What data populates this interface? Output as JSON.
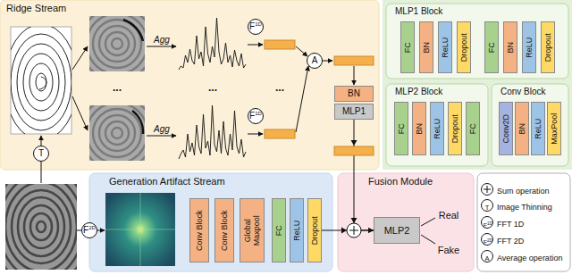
{
  "diagram": {
    "nodes": [
      {
        "text": [
          "Ridge Stream"
        ]
      },
      {
        "text": [
          "F",
          "1D"
        ],
        "in": 0
      },
      {
        "text": [
          "F",
          "1D"
        ],
        "in": 0
      },
      {
        "text": [
          "A"
        ],
        "in": 0
      },
      {
        "text": [
          "BN"
        ],
        "in": 0
      },
      {
        "text": [
          "MLP1"
        ],
        "in": 0
      },
      {
        "text": [
          "T"
        ],
        "in": 0
      },
      {
        "text": [
          "Generation Artifact Stream"
        ]
      },
      {
        "text": [
          "F",
          "2D"
        ]
      },
      {
        "text": [
          "Conv Block"
        ],
        "in": 7
      },
      {
        "text": [
          "Conv Block"
        ],
        "in": 7
      },
      {
        "text": [
          "Global Maxpool"
        ],
        "in": 7
      },
      {
        "text": [
          "FC"
        ],
        "in": 7
      },
      {
        "text": [
          "ReLU"
        ],
        "in": 7
      },
      {
        "text": [
          "Dropout"
        ],
        "in": 7
      },
      {
        "text": [
          "Fusion Module"
        ]
      },
      {
        "text": [
          "MLP2"
        ],
        "in": 15
      },
      {
        "text": [
          "MLP1 Block"
        ]
      },
      {
        "text": [
          "FC"
        ],
        "in": 17
      },
      {
        "text": [
          "BN"
        ],
        "in": 17
      },
      {
        "text": [
          "ReLU"
        ],
        "in": 17
      },
      {
        "text": [
          "Dropout"
        ],
        "in": 17
      },
      {
        "text": [
          "FC"
        ],
        "in": 17
      },
      {
        "text": [
          "BN"
        ],
        "in": 17
      },
      {
        "text": [
          "ReLU"
        ],
        "in": 17
      },
      {
        "text": [
          "Dropout"
        ],
        "in": 17
      },
      {
        "text": [
          "MLP2 Block"
        ]
      },
      {
        "text": [
          "FC"
        ],
        "in": 26
      },
      {
        "text": [
          "BN"
        ],
        "in": 26
      },
      {
        "text": [
          "ReLU"
        ],
        "in": 26
      },
      {
        "text": [
          "Dropout"
        ],
        "in": 26
      },
      {
        "text": [
          "FC"
        ],
        "in": 26
      },
      {
        "text": [
          "Conv Block"
        ]
      },
      {
        "text": [
          "Conv2D"
        ],
        "in": 32
      },
      {
        "text": [
          "BN"
        ],
        "in": 32
      },
      {
        "text": [
          "ReLU"
        ],
        "in": 32
      },
      {
        "text": [
          "MaxPool"
        ],
        "in": 32
      }
    ],
    "edges": [
      {
        "from": 5,
        "to": 16,
        "arrow": "to"
      },
      {
        "from": 14,
        "to": 16,
        "arrow": "to"
      }
    ],
    "labels": [
      "Agg",
      "Agg",
      "...",
      "...",
      "...",
      "Real",
      "Fake",
      "T",
      "F",
      "1D",
      "F",
      "2D",
      "A"
    ],
    "legend": [
      {
        "text": "Sum operation"
      },
      {
        "text": "Image Thinning"
      },
      {
        "text": "FFT 1D"
      },
      {
        "text": "FFT 2D"
      },
      {
        "text": "Average operation"
      }
    ]
  }
}
